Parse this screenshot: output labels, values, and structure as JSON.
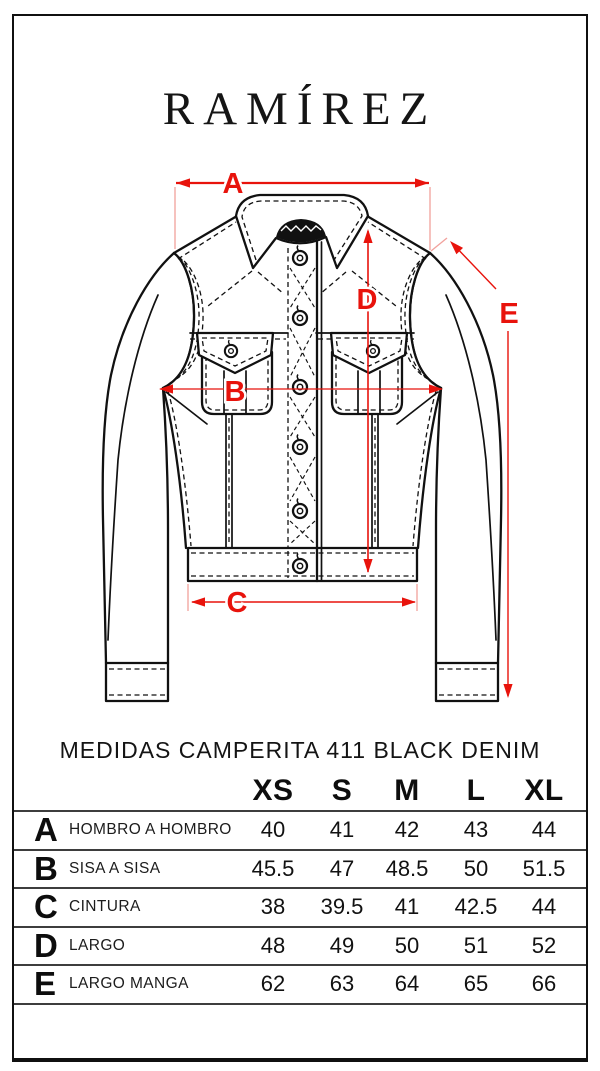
{
  "brand": "RAMÍREZ",
  "size_chart": {
    "title": "MEDIDAS CAMPERITA 411 BLACK DENIM",
    "sizes": [
      "XS",
      "S",
      "M",
      "L",
      "XL"
    ],
    "rows": [
      {
        "key": "A",
        "label": "HOMBRO A HOMBRO",
        "values": [
          "40",
          "41",
          "42",
          "43",
          "44"
        ]
      },
      {
        "key": "B",
        "label": "SISA A SISA",
        "values": [
          "45.5",
          "47",
          "48.5",
          "50",
          "51.5"
        ]
      },
      {
        "key": "C",
        "label": "CINTURA",
        "values": [
          "38",
          "39.5",
          "41",
          "42.5",
          "44"
        ]
      },
      {
        "key": "D",
        "label": "LARGO",
        "values": [
          "48",
          "49",
          "50",
          "51",
          "52"
        ]
      },
      {
        "key": "E",
        "label": "LARGO MANGA",
        "values": [
          "62",
          "63",
          "64",
          "65",
          "66"
        ]
      }
    ]
  },
  "diagram": {
    "labels": {
      "A": "A",
      "B": "B",
      "C": "C",
      "D": "D",
      "E": "E"
    },
    "accent_color": "#e8130c",
    "line_color": "#111111"
  }
}
